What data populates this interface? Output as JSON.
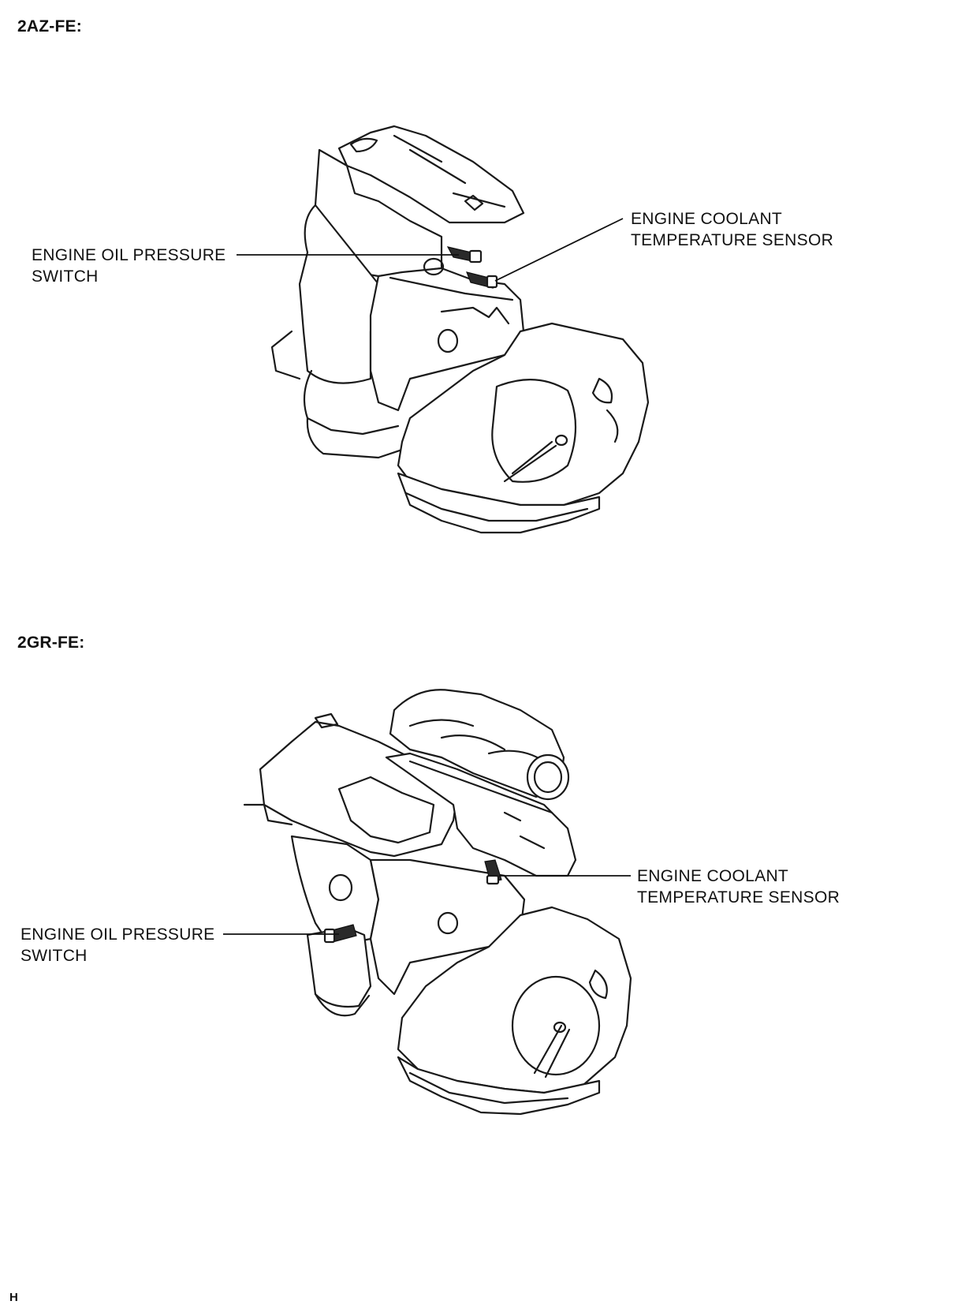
{
  "sections": [
    {
      "title": "2AZ-FE:",
      "labels": {
        "oil_pressure_switch": [
          "ENGINE OIL PRESSURE",
          "SWITCH"
        ],
        "coolant_temp_sensor": [
          "ENGINE COOLANT",
          "TEMPERATURE SENSOR"
        ]
      }
    },
    {
      "title": "2GR-FE:",
      "labels": {
        "oil_pressure_switch": [
          "ENGINE OIL PRESSURE",
          "SWITCH"
        ],
        "coolant_temp_sensor": [
          "ENGINE COOLANT",
          "TEMPERATURE SENSOR"
        ]
      }
    }
  ],
  "footer": {
    "mark": "H"
  }
}
